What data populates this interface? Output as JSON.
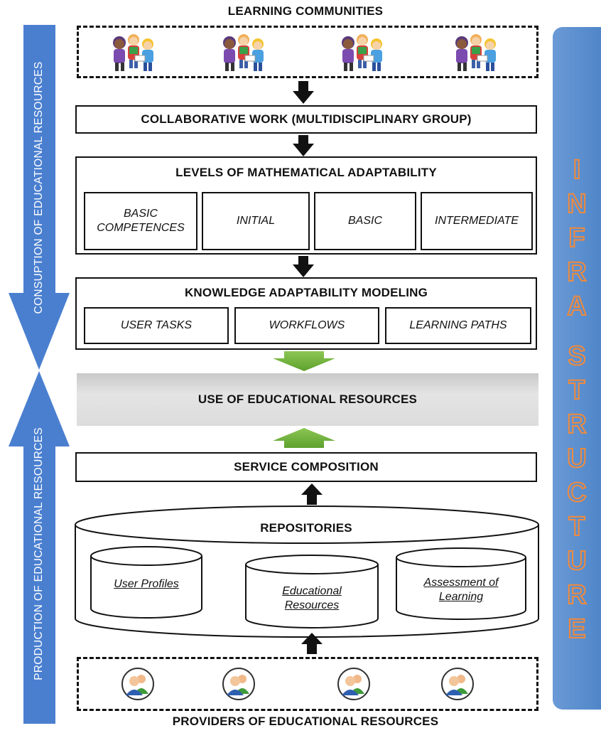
{
  "colors": {
    "left_arrow_blue": "#4a7fd0",
    "infra_blue": "#4f86c8",
    "infra_letters": "#f08a3c",
    "green_arrow": "#6fb13d",
    "use_band_gray": "#d0d0d0"
  },
  "top_label": "LEARNING COMMUNITIES",
  "bottom_label": "PROVIDERS OF EDUCATIONAL RESOURCES",
  "left_arrows": {
    "consumption": "CONSUPTION OF EDUCATIONAL RESOURCES",
    "production": "PRODUCTION OF EDUCATIONAL RESOURCES"
  },
  "infrastructure": {
    "letters": [
      "I",
      "N",
      "F",
      "R",
      "A",
      "S",
      "T",
      "R",
      "U",
      "C",
      "T",
      "U",
      "R",
      "E"
    ]
  },
  "collaborative": "COLLABORATIVE WORK (MULTIDISCIPLINARY GROUP)",
  "levels": {
    "title": "LEVELS OF MATHEMATICAL ADAPTABILITY",
    "items": [
      "BASIC COMPETENCES",
      "INITIAL",
      "BASIC",
      "INTERMEDIATE"
    ]
  },
  "knowledge": {
    "title": "KNOWLEDGE ADAPTABILITY MODELING",
    "items": [
      "USER TASKS",
      "WORKFLOWS",
      "LEARNING PATHS"
    ]
  },
  "use_resources": "USE OF EDUCATIONAL RESOURCES",
  "service": "SERVICE COMPOSITION",
  "repositories": {
    "title": "REPOSITORIES",
    "items": [
      "User Profiles",
      "Educational Resources",
      "Assessment of Learning"
    ]
  },
  "icons": {
    "community": "children-group-icon",
    "provider": "users-avatar-icon"
  }
}
